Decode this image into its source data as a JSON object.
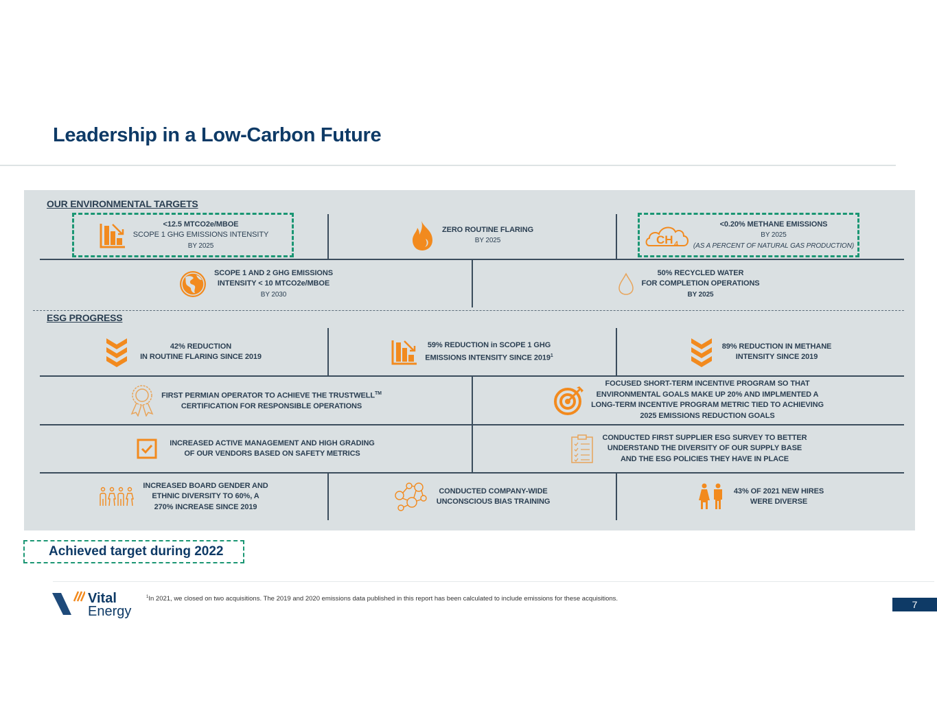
{
  "title": "Leadership in a Low-Carbon Future",
  "colors": {
    "navy": "#0e3a66",
    "orange": "#f28a1e",
    "green_dash": "#1a9673",
    "panel": "#dae0e2"
  },
  "targets": {
    "heading": "OUR ENVIRONMENTAL TARGETS",
    "items": [
      {
        "icon": "bar-chart-decrease-icon",
        "line1": "<12.5 MTCO2e/MBOE",
        "line2": "SCOPE 1 GHG EMISSIONS INTENSITY",
        "line3": "BY 2025",
        "achieved": true
      },
      {
        "icon": "flame-icon",
        "line1": "ZERO ROUTINE FLARING",
        "line2": "BY 2025",
        "achieved": false
      },
      {
        "icon": "ch4-cloud-icon",
        "icon_text": "CH",
        "icon_sub": "4",
        "line1": "<0.20% METHANE EMISSIONS",
        "line2": "BY 2025",
        "line3": "(AS A PERCENT OF NATURAL GAS PRODUCTION)",
        "achieved": true
      },
      {
        "icon": "globe-icon",
        "line1": "SCOPE 1 AND 2 GHG EMISSIONS",
        "line2": "INTENSITY < 10 MTCO2e/MBOE",
        "line3": "BY 2030",
        "achieved": false
      },
      {
        "icon": "water-drop-icon",
        "line1": "50% RECYCLED WATER",
        "line2": "FOR COMPLETION OPERATIONS",
        "line3": "BY 2025",
        "achieved": false
      }
    ]
  },
  "progress": {
    "heading": "ESG PROGRESS",
    "items": [
      {
        "icon": "chevrons-down-icon",
        "line1": "42% REDUCTION",
        "line2": "IN ROUTINE FLARING SINCE 2019"
      },
      {
        "icon": "bar-chart-decrease-icon",
        "line1": "59% REDUCTION in SCOPE 1 GHG",
        "line2": "EMISSIONS INTENSITY SINCE 2019",
        "sup": "1"
      },
      {
        "icon": "chevrons-down-icon",
        "line1": "89% REDUCTION IN METHANE",
        "line2": "INTENSITY SINCE 2019"
      },
      {
        "icon": "award-ribbon-icon",
        "line1": "FIRST PERMIAN OPERATOR TO ACHIEVE THE TRUSTWELL",
        "tm": "TM",
        "line2": "CERTIFICATION FOR RESPONSIBLE OPERATIONS"
      },
      {
        "icon": "target-icon",
        "line1": "FOCUSED SHORT-TERM INCENTIVE PROGRAM SO THAT",
        "line2": "ENVIRONMENTAL GOALS MAKE UP 20% AND IMPLMENTED A",
        "line3": "LONG-TERM INCENTIVE PROGRAM METRIC TIED TO ACHIEVING",
        "line4": "2025 EMISSIONS REDUCTION GOALS"
      },
      {
        "icon": "checkbox-icon",
        "line1": "INCREASED ACTIVE MANAGEMENT AND HIGH GRADING",
        "line2": "OF OUR VENDORS BASED ON SAFETY METRICS"
      },
      {
        "icon": "clipboard-checklist-icon",
        "line1": "CONDUCTED FIRST SUPPLIER ESG SURVEY TO BETTER",
        "line2": "UNDERSTAND THE DIVERSITY OF OUR SUPPLY BASE",
        "line3": "AND THE ESG POLICIES THEY HAVE IN PLACE"
      },
      {
        "icon": "people-group-icon",
        "line1": "INCREASED BOARD GENDER AND",
        "line2": "ETHNIC DIVERSITY TO 60%, A",
        "line3": "270% INCREASE SINCE 2019"
      },
      {
        "icon": "network-people-icon",
        "line1": "CONDUCTED COMPANY-WIDE",
        "line2": "UNCONSCIOUS BIAS TRAINING"
      },
      {
        "icon": "man-woman-icon",
        "line1": "43% OF 2021 NEW HIRES",
        "line2": "WERE DIVERSE"
      }
    ]
  },
  "legend": {
    "label": "Achieved target during 2022"
  },
  "footer": {
    "logo_line1": "Vital",
    "logo_line2": "Energy",
    "footnote_marker": "1",
    "footnote": "In 2021, we closed on two acquisitions. The 2019 and 2020 emissions data published in this report has been calculated to include emissions for these acquisitions.",
    "page_number": "7"
  }
}
